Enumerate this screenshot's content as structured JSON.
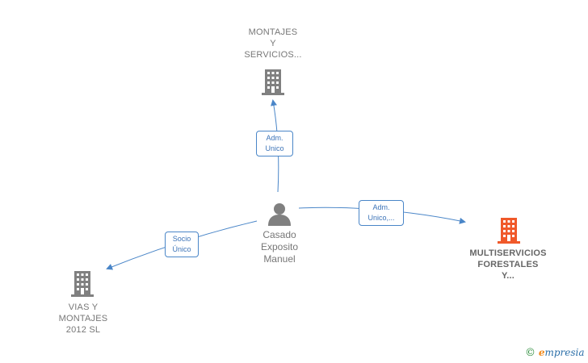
{
  "nodes": {
    "montajes": {
      "label_lines": [
        "MONTAJES",
        "Y",
        "SERVICIOS..."
      ]
    },
    "vias": {
      "label_lines": [
        "VIAS Y",
        "MONTAJES",
        "2012  SL"
      ]
    },
    "multiservicios": {
      "label_lines": [
        "MULTISERVICIOS",
        "FORESTALES",
        "Y..."
      ]
    },
    "person": {
      "label_lines": [
        "Casado",
        "Exposito",
        "Manuel"
      ]
    }
  },
  "edges": {
    "to_montajes": {
      "label_lines": [
        "Adm.",
        "Unico"
      ]
    },
    "to_vias": {
      "label_lines": [
        "Socio",
        "Único"
      ]
    },
    "to_multiservicios": {
      "label_lines": [
        "Adm.",
        "Unico,..."
      ]
    }
  },
  "colors": {
    "company_gray": "#808080",
    "company_highlight": "#f0592a",
    "edge": "#4a86c8",
    "person": "#808080"
  },
  "brand": {
    "copyright": "©",
    "first_letter": "e",
    "rest": "mpresia"
  }
}
